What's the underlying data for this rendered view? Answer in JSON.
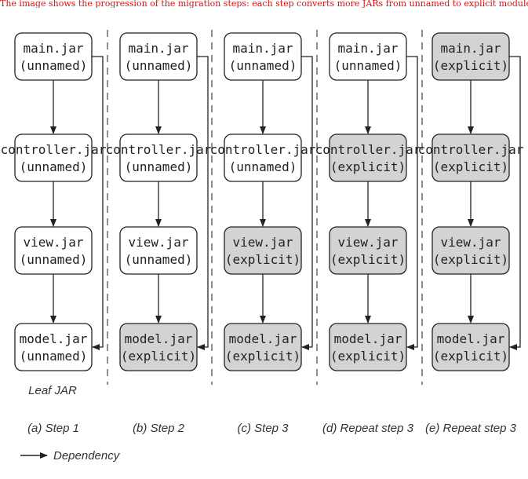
{
  "top_caption": "The image shows the progression of the migration steps: each step converts more JARs from unnamed to explicit modules.",
  "colors": {
    "unnamed_fill": "#ffffff",
    "explicit_fill": "#d3d3d3",
    "stroke": "#222222",
    "caption_red": "#d21414"
  },
  "columns": [
    {
      "caption": "(a) Step 1",
      "boxes": [
        {
          "name": "main.jar",
          "state": "(unnamed)"
        },
        {
          "name": "controller.jar",
          "state": "(unnamed)"
        },
        {
          "name": "view.jar",
          "state": "(unnamed)"
        },
        {
          "name": "model.jar",
          "state": "(unnamed)"
        }
      ]
    },
    {
      "caption": "(b) Step 2",
      "boxes": [
        {
          "name": "main.jar",
          "state": "(unnamed)"
        },
        {
          "name": "controller.jar",
          "state": "(unnamed)"
        },
        {
          "name": "view.jar",
          "state": "(unnamed)"
        },
        {
          "name": "model.jar",
          "state": "(explicit)"
        }
      ]
    },
    {
      "caption": "(c) Step 3",
      "boxes": [
        {
          "name": "main.jar",
          "state": "(unnamed)"
        },
        {
          "name": "controller.jar",
          "state": "(unnamed)"
        },
        {
          "name": "view.jar",
          "state": "(explicit)"
        },
        {
          "name": "model.jar",
          "state": "(explicit)"
        }
      ]
    },
    {
      "caption": "(d) Repeat step 3",
      "boxes": [
        {
          "name": "main.jar",
          "state": "(unnamed)"
        },
        {
          "name": "controller.jar",
          "state": "(explicit)"
        },
        {
          "name": "view.jar",
          "state": "(explicit)"
        },
        {
          "name": "model.jar",
          "state": "(explicit)"
        }
      ]
    },
    {
      "caption": "(e) Repeat step 3",
      "boxes": [
        {
          "name": "main.jar",
          "state": "(explicit)"
        },
        {
          "name": "controller.jar",
          "state": "(explicit)"
        },
        {
          "name": "view.jar",
          "state": "(explicit)"
        },
        {
          "name": "model.jar",
          "state": "(explicit)"
        }
      ]
    }
  ],
  "leaf_label": "Leaf JAR",
  "legend": {
    "label": "Dependency"
  }
}
